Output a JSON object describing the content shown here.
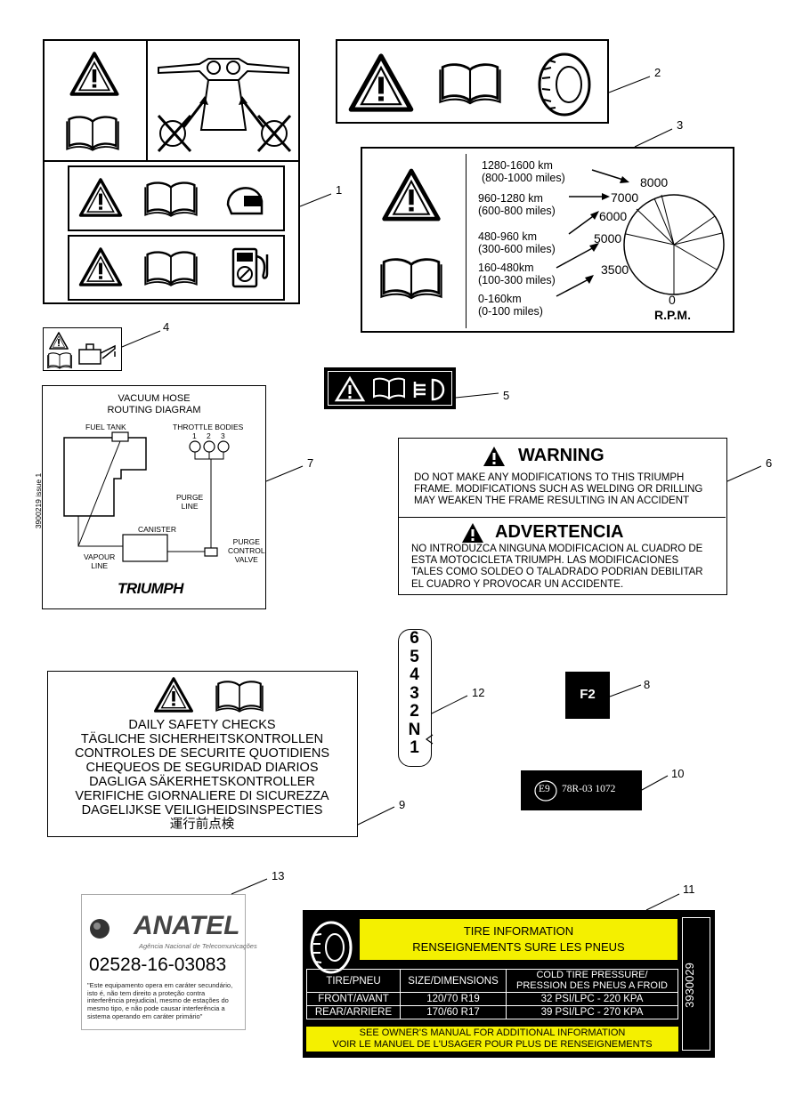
{
  "callouts": [
    "1",
    "2",
    "3",
    "4",
    "5",
    "6",
    "7",
    "8",
    "9",
    "10",
    "11",
    "12",
    "13"
  ],
  "label3": {
    "mileage": [
      {
        "km": "1280-1600 km",
        "miles": "(800-1000 miles)"
      },
      {
        "km": "960-1280 km",
        "miles": "(600-800 miles)"
      },
      {
        "km": "480-960 km",
        "miles": "(300-600 miles)"
      },
      {
        "km": "160-480km",
        "miles": "(100-300 miles)"
      },
      {
        "km": "0-160km",
        "miles": "(0-100 miles)"
      }
    ],
    "rpm": [
      "8000",
      "7000",
      "6000",
      "5000",
      "3500",
      "0"
    ],
    "rpm_label": "R.P.M."
  },
  "label6": {
    "warning_title": "WARNING",
    "warning_lines": [
      "DO  NOT MAKE ANY MODIFICATIONS TO THIS TRIUMPH",
      "FRAME.  MODIFICATIONS SUCH AS WELDING OR DRILLING",
      "MAY WEAKEN THE FRAME RESULTING IN AN ACCIDENT"
    ],
    "advertencia_title": "ADVERTENCIA",
    "advertencia_lines": [
      "NO INTRODUZCA NINGUNA MODIFICACION AL CUADRO DE",
      "ESTA MOTOCICLETA TRIUMPH.  LAS MODIFICACIONES",
      "TALES COMO SOLDEO O TALADRADO PODRIAN DEBILITAR",
      "EL CUADRO Y PROVOCAR UN ACCIDENTE."
    ]
  },
  "label7": {
    "title_lines": [
      "VACUUM HOSE",
      "ROUTING DIAGRAM"
    ],
    "fuel_tank": "FUEL TANK",
    "throttle_bodies": "THROTTLE BODIES",
    "throttle_numbers": [
      "1",
      "2",
      "3"
    ],
    "purge_line": [
      "PURGE",
      "LINE"
    ],
    "canister": "CANISTER",
    "vapour_line": [
      "VAPOUR",
      "LINE"
    ],
    "purge_valve": [
      "PURGE",
      "CONTROL",
      "VALVE"
    ],
    "side_code": "3900219 issue 1",
    "brand": "TRIUMPH"
  },
  "label8": {
    "text": "F2"
  },
  "label9": {
    "lines": [
      "DAILY SAFETY CHECKS",
      "TÄGLICHE SICHERHEITSKONTROLLEN",
      "CONTROLES DE SECURITE QUOTIDIENS",
      "CHEQUEOS DE SEGURIDAD DIARIOS",
      "DAGLIGA SÄKERHETSKONTROLLER",
      "VERIFICHE GIORNALIERE DI SICUREZZA",
      "DAGELIJKSE VEILIGHEIDSINSPECTIES",
      "運行前点検"
    ]
  },
  "label10": {
    "mark": "E9",
    "code": "78R-03 1072"
  },
  "label11": {
    "title": [
      "TIRE INFORMATION",
      "RENSEIGNEMENTS SURE LES PNEUS"
    ],
    "headers": [
      "TIRE/PNEU",
      "SIZE/DIMENSIONS",
      "COLD TIRE PRESSURE/ PRESSION DES PNEUS A FROID"
    ],
    "rows": [
      [
        "FRONT/AVANT",
        "120/70 R19",
        "32 PSI/LPC - 220 KPA"
      ],
      [
        "REAR/ARRIERE",
        "170/60 R17",
        "39 PSI/LPC - 270 KPA"
      ]
    ],
    "footer": [
      "SEE OWNER'S MANUAL FOR ADDITIONAL INFORMATION",
      "VOIR LE MANUEL DE L'USAGER POUR PLUS DE RENSEIGNEMENTS"
    ],
    "side_code": "3930029"
  },
  "label12": {
    "gears": [
      "6",
      "5",
      "4",
      "3",
      "2",
      "N",
      "1"
    ]
  },
  "label13": {
    "brand": "ANATEL",
    "agency": "Agência Nacional de Telecomunicações",
    "number": "02528-16-03083",
    "text_lines": [
      "\"Este equipamento opera em caráter secundário,",
      "isto é, não tem direito a proteção contra",
      "interferência prejudicial, mesmo de estações do",
      "mesmo tipo, e não pode causar interferência a",
      "sistema operando em caráter primário\""
    ]
  },
  "colors": {
    "yellow": "#f4f000",
    "black": "#000000"
  }
}
